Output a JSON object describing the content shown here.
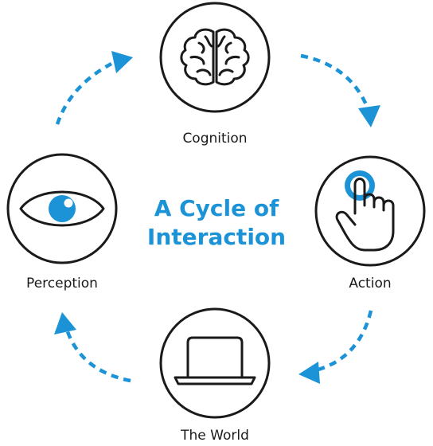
{
  "diagram": {
    "title_line1": "A Cycle of",
    "title_line2": "Interaction",
    "nodes": [
      {
        "label": "Cognition",
        "icon": "brain-icon"
      },
      {
        "label": "Action",
        "icon": "pointing-hand-icon"
      },
      {
        "label": "The World",
        "icon": "laptop-icon"
      },
      {
        "label": "Perception",
        "icon": "eye-icon"
      }
    ],
    "colors": {
      "accent": "#1b93d6",
      "outline": "#1a1a1a"
    }
  }
}
